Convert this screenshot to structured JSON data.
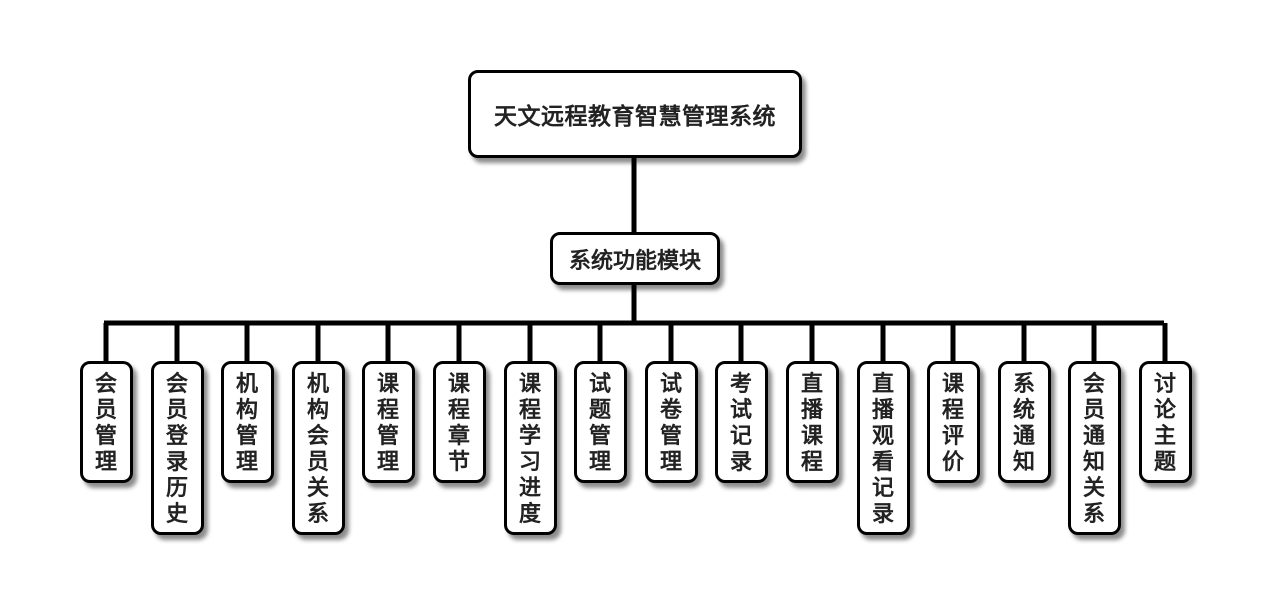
{
  "root": {
    "label": "天文远程教育智慧管理系统"
  },
  "module": {
    "label": "系统功能模块"
  },
  "leaves": [
    {
      "label": "会员管理"
    },
    {
      "label": "会员登录历史"
    },
    {
      "label": "机构管理"
    },
    {
      "label": "机构会员关系"
    },
    {
      "label": "课程管理"
    },
    {
      "label": "课程章节"
    },
    {
      "label": "课程学习进度"
    },
    {
      "label": "试题管理"
    },
    {
      "label": "试卷管理"
    },
    {
      "label": "考试记录"
    },
    {
      "label": "直播课程"
    },
    {
      "label": "直播观看记录"
    },
    {
      "label": "课程评价"
    },
    {
      "label": "系统通知"
    },
    {
      "label": "会员通知关系"
    },
    {
      "label": "讨论主题"
    }
  ]
}
